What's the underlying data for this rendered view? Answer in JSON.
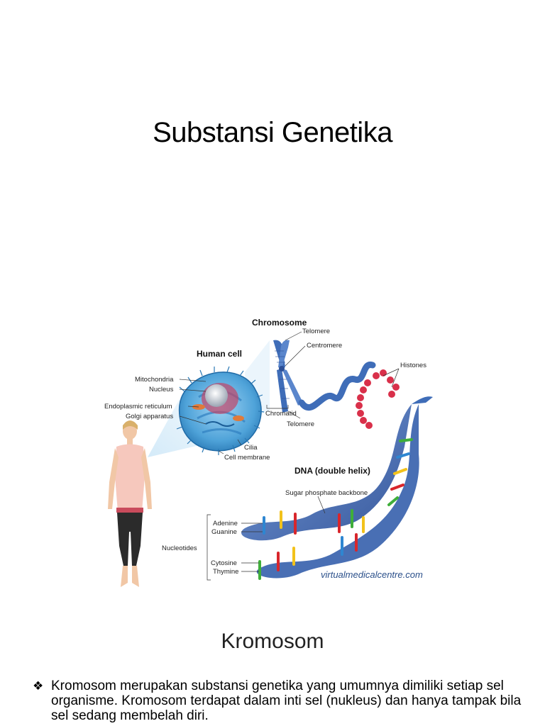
{
  "slide": {
    "title": "Substansi Genetika",
    "subtitle": "Kromosom",
    "bullet_marker": "❖",
    "bullet_text": "Kromosom merupakan substansi genetika yang umumnya dimiliki setiap sel organisme. Kromosom terdapat dalam inti sel (nukleus) dan hanya tampak bila sel sedang membelah diri."
  },
  "figure": {
    "chromosome_title": "Chromosome",
    "human_cell_title": "Human cell",
    "dna_title": "DNA (double helix)",
    "telomere_top": "Telomere",
    "centromere": "Centromere",
    "histones": "Histones",
    "chromatid": "Chromatid",
    "telomere_bottom": "Telomere",
    "mitochondria": "Mitochondria",
    "nucleus": "Nucleus",
    "er": "Endoplasmic reticulum",
    "golgi": "Golgi apparatus",
    "cilia": "Cilia",
    "cell_membrane": "Cell membrane",
    "sugar_phosphate": "Sugar phosphate backbone",
    "adenine": "Adenine",
    "guanine": "Guanine",
    "nucleotides": "Nucleotides",
    "cytosine": "Cytosine",
    "thymine": "Thymine",
    "watermark": "virtualmedicalcentre.com"
  },
  "colors": {
    "helix": "#3f6db8",
    "cell": "#4fa3d9",
    "histone": "#d9304a",
    "base_red": "#d8262c",
    "base_yellow": "#f2c21b",
    "base_green": "#3fae3a",
    "base_blue": "#2e86d1"
  }
}
